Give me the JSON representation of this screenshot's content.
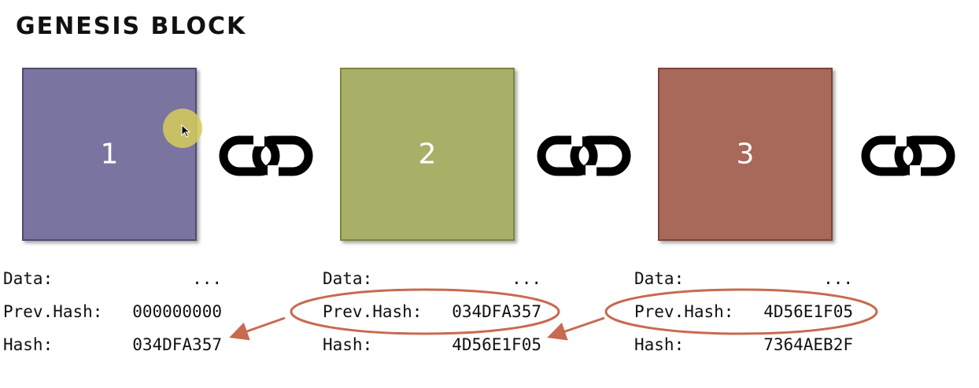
{
  "title": "GENESIS BLOCK",
  "blocks": [
    {
      "number": "1",
      "fill": "#7a74a0",
      "border": "#4f4a70",
      "data_label": "Data:",
      "data_value": "...",
      "prev_hash_label": "Prev.Hash:",
      "prev_hash_value": "000000000",
      "hash_label": "Hash:",
      "hash_value": "034DFA357"
    },
    {
      "number": "2",
      "fill": "#a8b068",
      "border": "#7d8440",
      "data_label": "Data:",
      "data_value": "...",
      "prev_hash_label": "Prev.Hash:",
      "prev_hash_value": "034DFA357",
      "hash_label": "Hash:",
      "hash_value": "4D56E1F05"
    },
    {
      "number": "3",
      "fill": "#a8685a",
      "border": "#7a4538",
      "data_label": "Data:",
      "data_value": "...",
      "prev_hash_label": "Prev.Hash:",
      "prev_hash_value": "4D56E1F05",
      "hash_label": "Hash:",
      "hash_value": "7364AEB2F"
    }
  ],
  "annotation_color": "#c86a50",
  "icons": {
    "chain": "chain-link-icon",
    "cursor": "mouse-pointer-icon"
  }
}
